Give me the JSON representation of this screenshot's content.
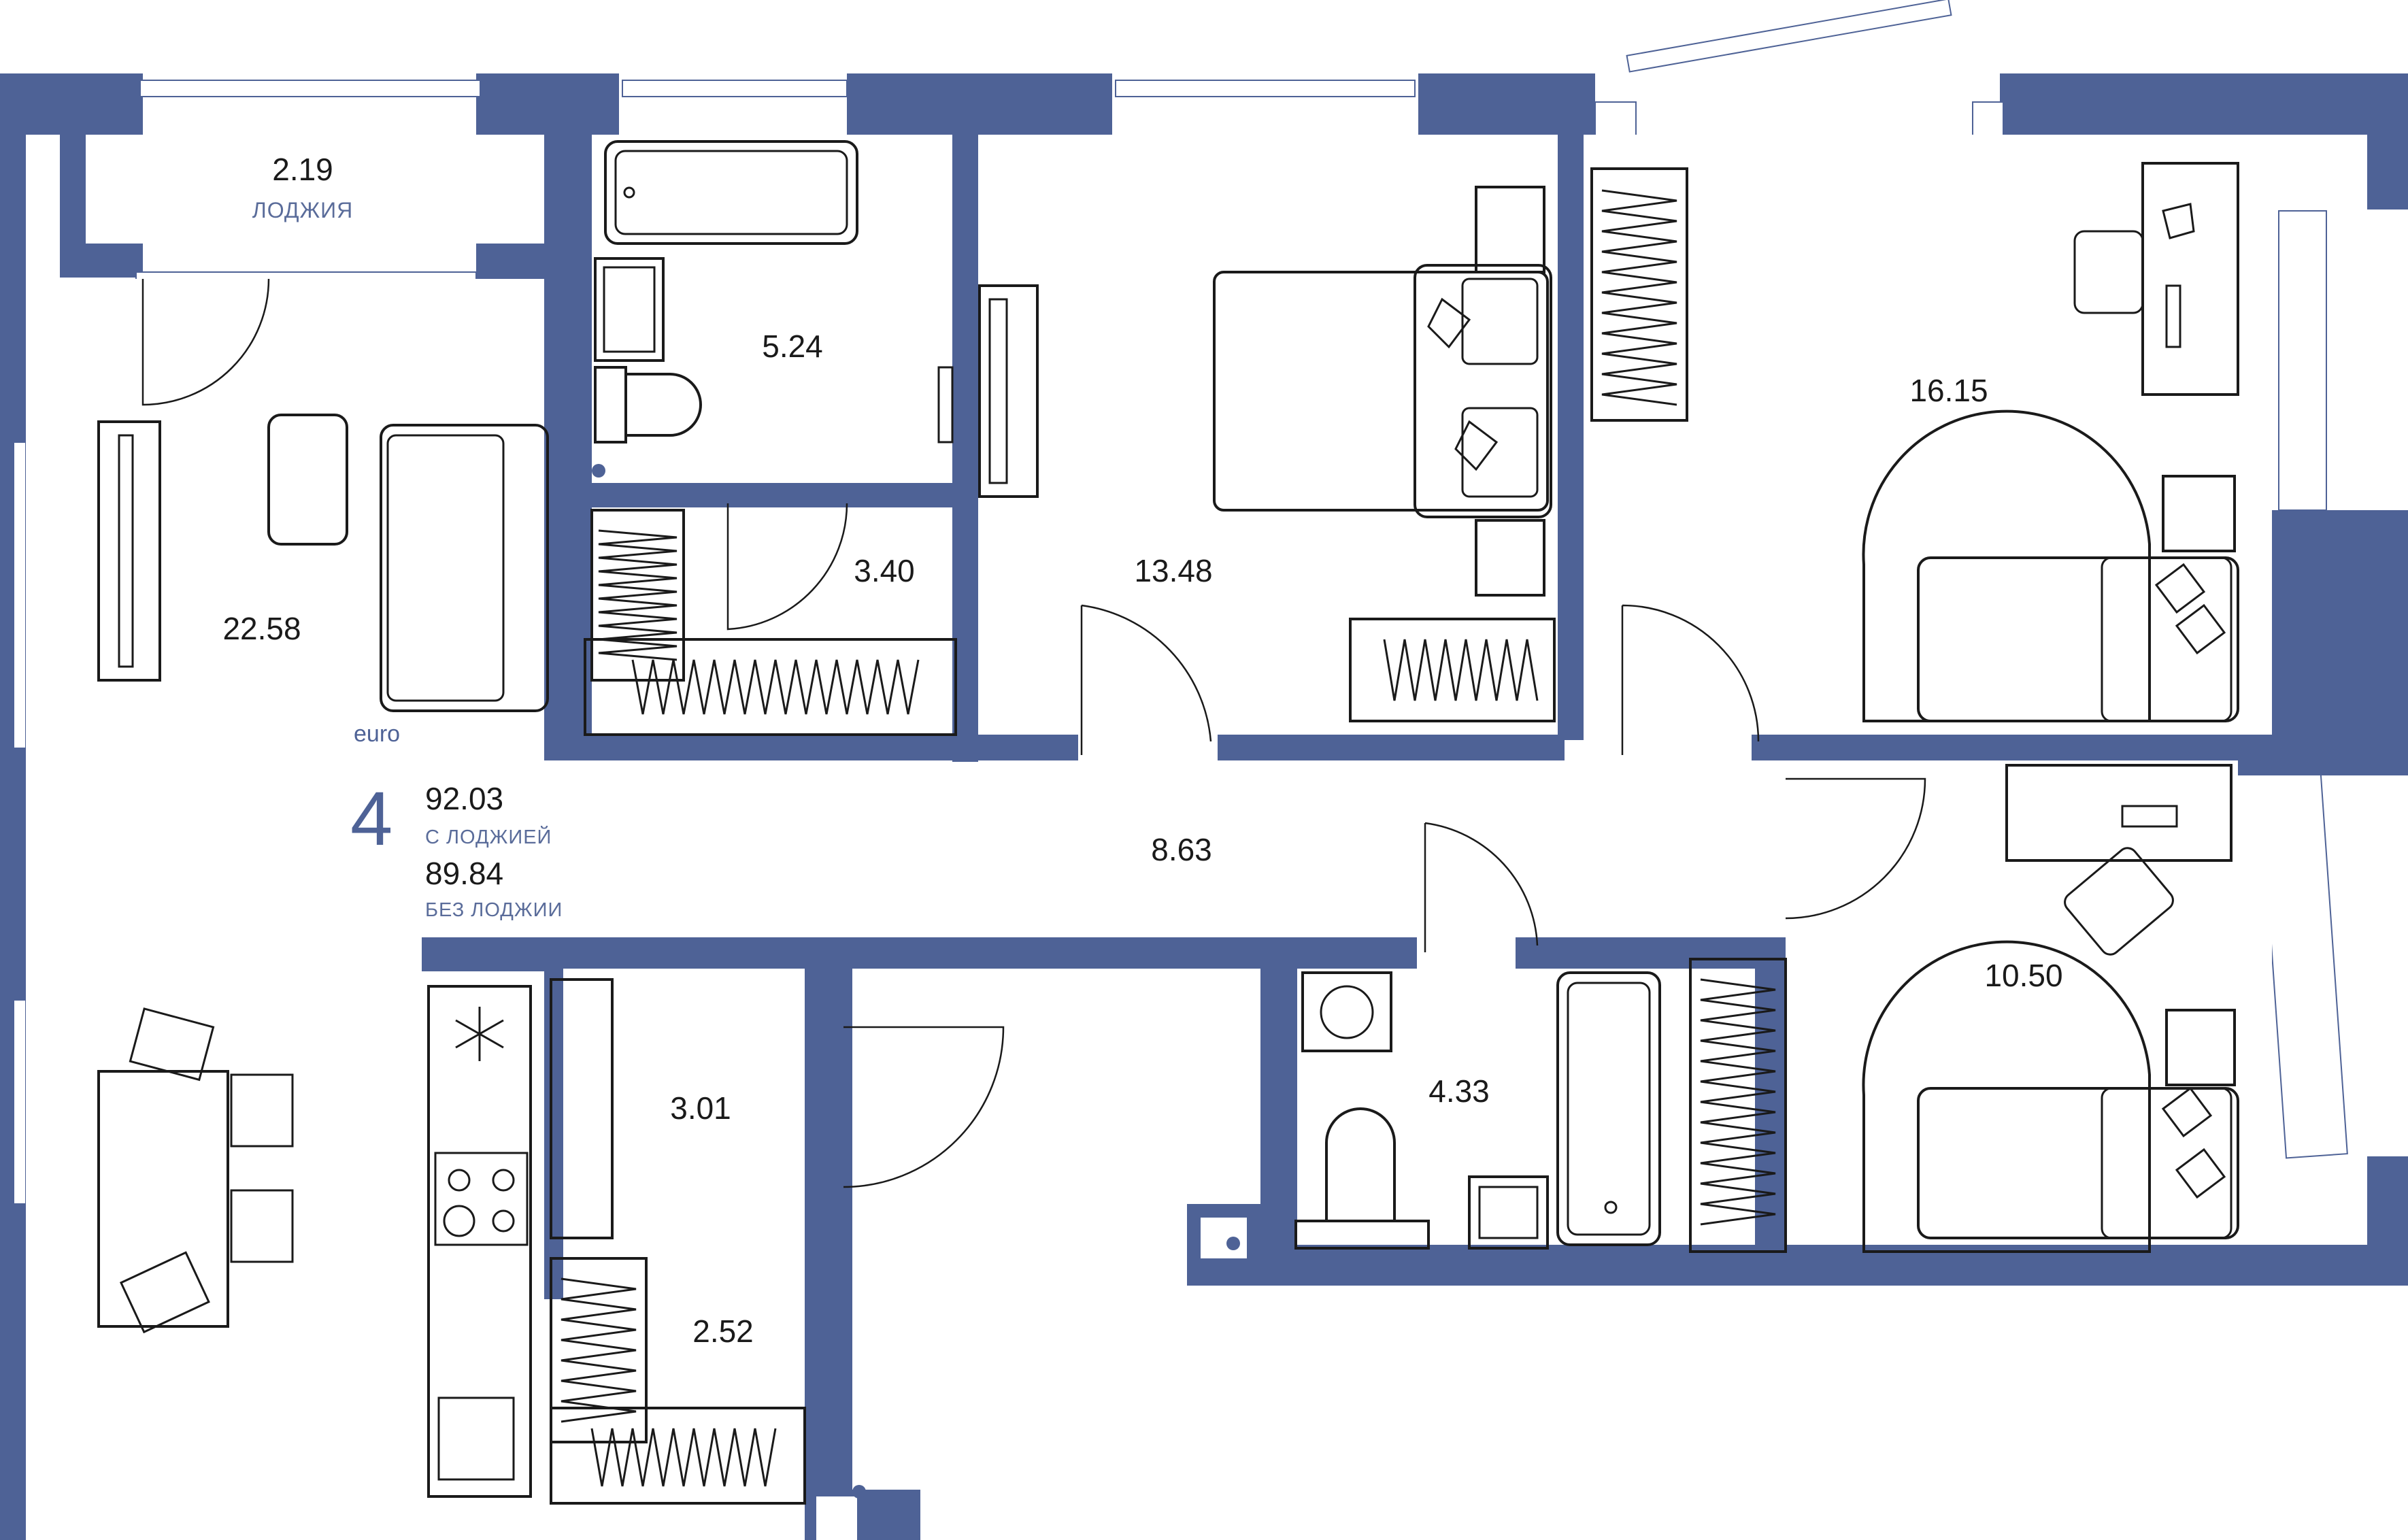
{
  "colors": {
    "wall": "#4e6296",
    "accent": "#4e6296",
    "text": "#1a1a1a",
    "caption": "#5a6c9a"
  },
  "summary": {
    "type": "euro",
    "rooms": "4",
    "area_with_loggia": "92.03",
    "with_loggia_caption": "С ЛОДЖИЕЙ",
    "area_without_loggia": "89.84",
    "without_loggia_caption": "БЕЗ ЛОДЖИИ"
  },
  "rooms": {
    "loggia": {
      "area": "2.19",
      "label": "ЛОДЖИЯ"
    },
    "living_kitchen": {
      "area": "22.58"
    },
    "bathroom_top": {
      "area": "5.24"
    },
    "wardrobe": {
      "area": "3.40"
    },
    "bedroom_center": {
      "area": "13.48"
    },
    "bedroom_right": {
      "area": "16.15"
    },
    "hallway": {
      "area": "8.63"
    },
    "bedroom_lower_right": {
      "area": "10.50"
    },
    "bathroom_lower": {
      "area": "4.33"
    },
    "closet_upper": {
      "area": "3.01"
    },
    "closet_lower": {
      "area": "2.52"
    }
  },
  "icons": [
    "snowflake-icon",
    "stove-icon",
    "sink-icon",
    "washing-machine-icon",
    "bathtub-icon",
    "toilet-icon",
    "radiator-icon",
    "bed-icon",
    "sofa-icon",
    "desk-icon",
    "dining-table-icon"
  ]
}
